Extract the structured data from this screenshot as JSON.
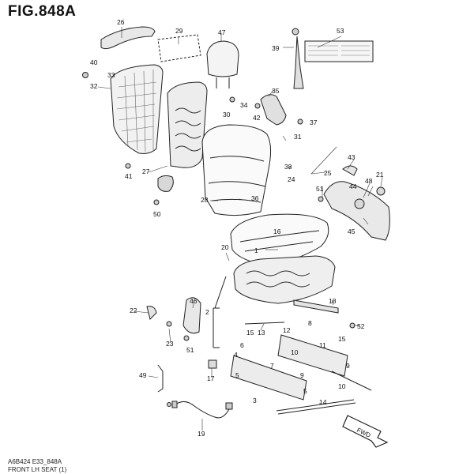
{
  "title": "FIG.848A",
  "footer": {
    "code": "A6B424 E33_848A",
    "subtitle": "FRONT LH SEAT (1)"
  },
  "fwd_label": "FWD",
  "callouts": {
    "c1": "1",
    "c2": "2",
    "c3": "3",
    "c4": "4",
    "c5a": "5",
    "c5b": "5",
    "c6": "6",
    "c7": "7",
    "c8": "8",
    "c9a": "9",
    "c9b": "9",
    "c10a": "10",
    "c10b": "10",
    "c11": "11",
    "c12": "12",
    "c13": "13",
    "c14": "14",
    "c15a": "15",
    "c15b": "15",
    "c16": "16",
    "c17": "17",
    "c18": "18",
    "c19": "19",
    "c20": "20",
    "c21": "21",
    "c22": "22",
    "c23": "23",
    "c24": "24",
    "c25": "25",
    "c26": "26",
    "c27": "27",
    "c28": "28",
    "c29": "29",
    "c30": "30",
    "c31": "31",
    "c32": "32",
    "c33": "33",
    "c34": "34",
    "c35": "35",
    "c36": "36",
    "c37": "37",
    "c38": "38",
    "c39": "39",
    "c40": "40",
    "c41": "41",
    "c42": "42",
    "c43": "43",
    "c44": "44",
    "c45": "45",
    "c46": "46",
    "c47": "47",
    "c48": "48",
    "c49": "49",
    "c50": "50",
    "c51a": "51",
    "c51b": "51",
    "c52": "52",
    "c53": "53"
  }
}
